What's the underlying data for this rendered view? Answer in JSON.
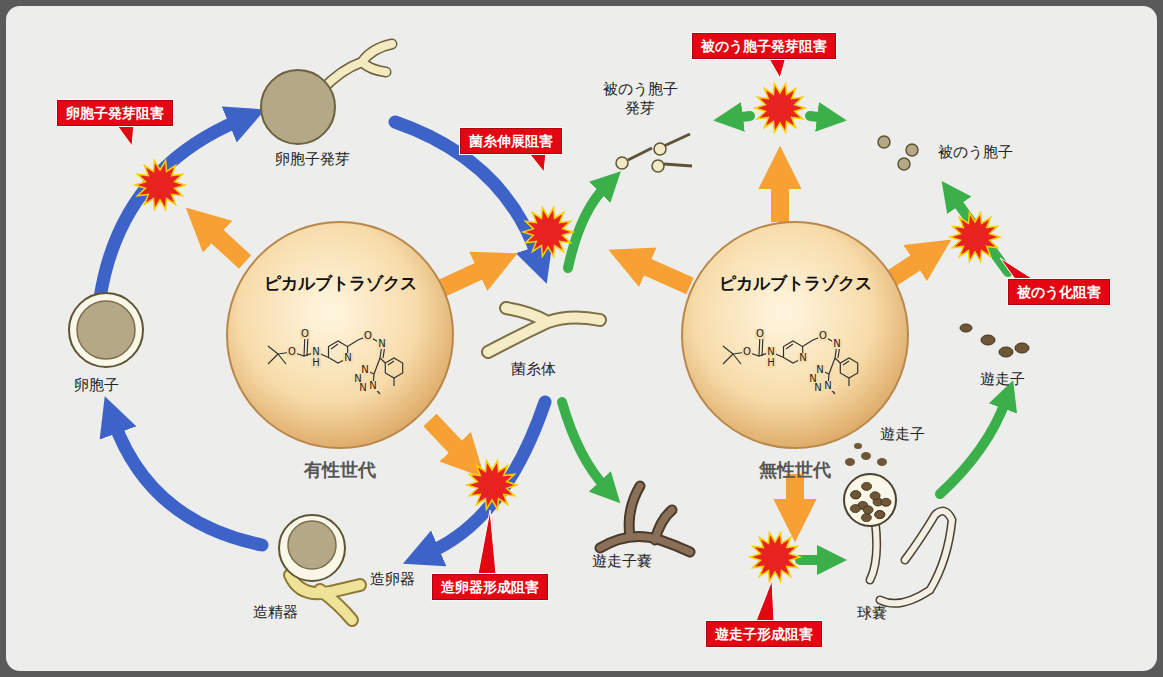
{
  "diagram": {
    "nodes": [
      {
        "text": [
          "卵胞子発芽阻害"
        ]
      },
      {
        "text": [
          "菌糸伸展阻害"
        ]
      },
      {
        "text": [
          "被のう胞子発芽阻害"
        ]
      },
      {
        "text": [
          "ピカルブトラゾクス",
          "有性世代"
        ]
      },
      {
        "text": [
          "ピカルブトラゾクス",
          "無性世代"
        ]
      },
      {
        "text": [
          "被のう化阻害"
        ]
      },
      {
        "text": [
          "造卵器形成阻害"
        ]
      },
      {
        "text": [
          "遊走子形成阻害"
        ]
      }
    ],
    "labels": [
      "卵胞子発芽",
      "被のう胞子 発芽",
      "被のう胞子",
      "菌糸体",
      "遊走子",
      "卵胞子",
      "遊走子",
      "遊走子嚢",
      "造卵器",
      "造精器",
      "球嚢",
      "O",
      "O",
      "N",
      "H",
      "N",
      "O",
      "N",
      "N",
      "N",
      "N",
      "N",
      "O",
      "O",
      "N",
      "H",
      "N",
      "O",
      "N",
      "N",
      "N",
      "N",
      "N"
    ]
  }
}
